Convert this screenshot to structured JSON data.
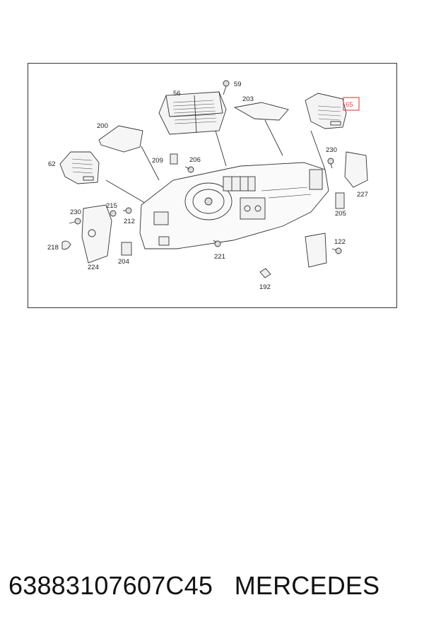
{
  "diagram": {
    "part_labels": {
      "p59": "59",
      "p56": "56",
      "p203": "203",
      "p65": "65",
      "p200": "200",
      "p230a": "230",
      "p62": "62",
      "p209": "209",
      "p206": "206",
      "p227": "227",
      "p215": "215",
      "p230b": "230",
      "p212": "212",
      "p205": "205",
      "p218": "218",
      "p204": "204",
      "p224": "224",
      "p221": "221",
      "p122": "122",
      "p192": "192"
    },
    "highlighted_part": "65",
    "highlight_color": "#d9534f"
  },
  "footer": {
    "part_number": "63883107607C45",
    "brand": "MERCEDES"
  }
}
